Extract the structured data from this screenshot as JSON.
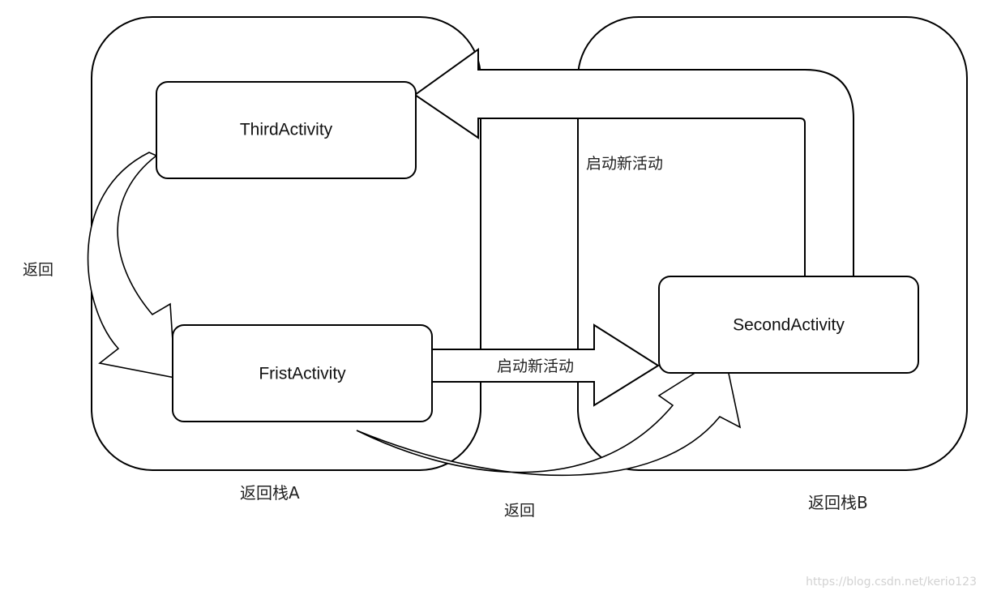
{
  "nodes": {
    "third": "ThirdActivity",
    "first": "FristActivity",
    "second": "SecondActivity"
  },
  "stacks": {
    "a": "返回栈A",
    "b": "返回栈B"
  },
  "edges": {
    "start_top": "启动新活动",
    "start_middle": "启动新活动",
    "back_left": "返回",
    "back_bottom": "返回"
  },
  "watermark": "https://blog.csdn.net/kerio123"
}
